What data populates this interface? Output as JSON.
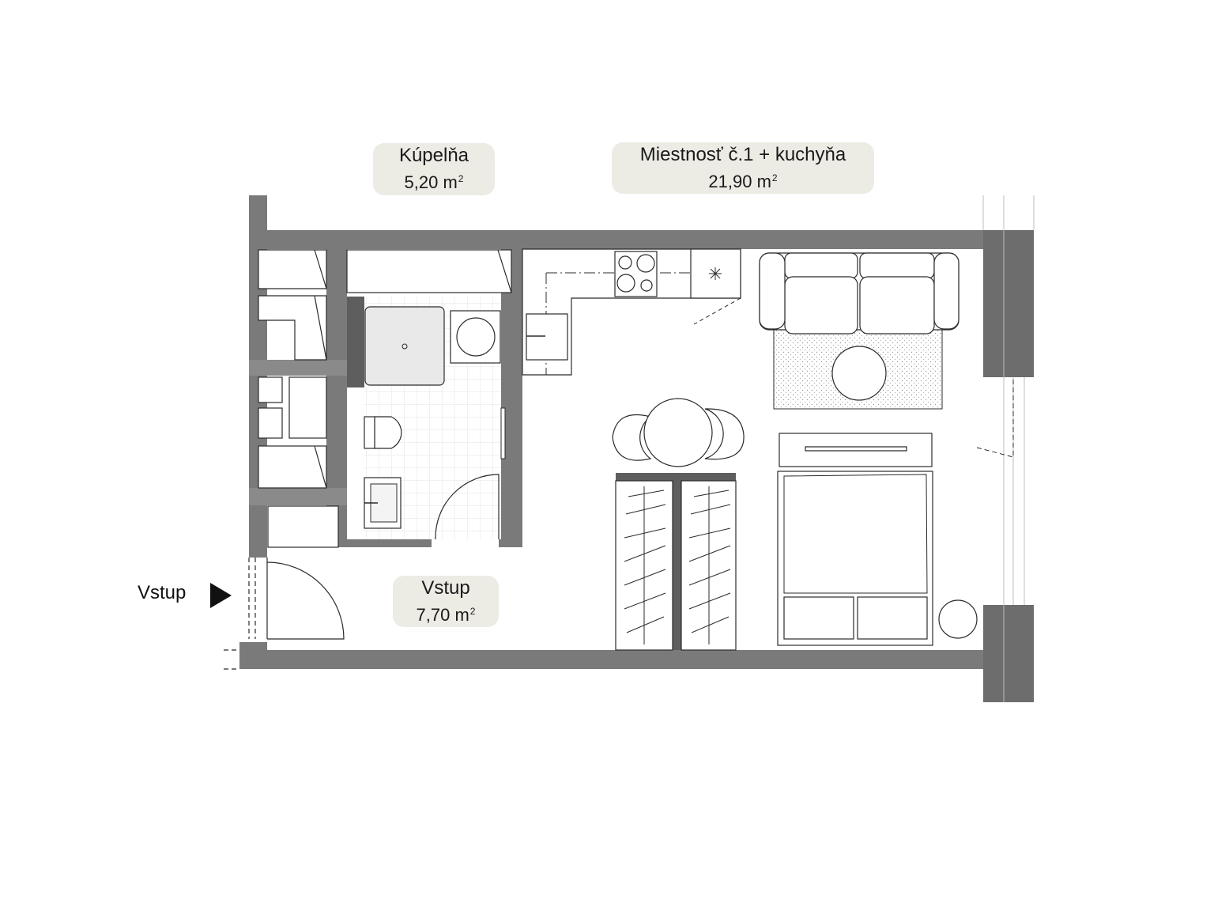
{
  "rooms": {
    "bathroom": {
      "name": "Kúpelňa",
      "area": "5,20 m",
      "unit_sup": "2"
    },
    "living_kitchen": {
      "name": "Miestnosť č.1 + kuchyňa",
      "area": "21,90 m",
      "unit_sup": "2"
    },
    "entrance": {
      "name": "Vstup",
      "area": "7,70 m",
      "unit_sup": "2"
    }
  },
  "entry_marker": {
    "label": "Vstup"
  },
  "colors": {
    "wall": "#7a7a7a",
    "wall_dark": "#5e5e5e",
    "label_bg": "#ecebe4",
    "line": "#2b2b2b",
    "tile": "#e6e6e6"
  }
}
